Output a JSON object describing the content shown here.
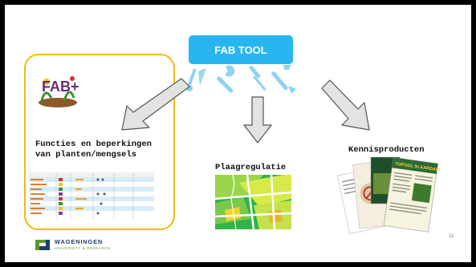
{
  "slide": {
    "tool_button": "FAB TOOL",
    "left_panel": {
      "logo_text": "FAB+",
      "title": "Functies en beperkingen van planten/mengsels"
    },
    "middle_label": "Plaagregulatie",
    "right_label": "Kennisproducten",
    "publication_headline": "TOPOOL IN AARDAPPEL",
    "page_number": "11",
    "footer": {
      "brand": "WAGENINGEN",
      "subbrand": "UNIVERSITY & RESEARCH"
    }
  },
  "colors": {
    "tool_button": "#27b6ef",
    "panel_border": "#f2b814",
    "arrow_fill": "#e3e3e3",
    "arrow_stroke": "#555555",
    "icon_blue": "#8fd3f2",
    "wur_blue": "#1d3d6d",
    "wur_green": "#5a9a2b"
  },
  "icons": [
    "thermometer-icon",
    "wrench-icon",
    "screwdriver-icon",
    "spanner-icon"
  ]
}
